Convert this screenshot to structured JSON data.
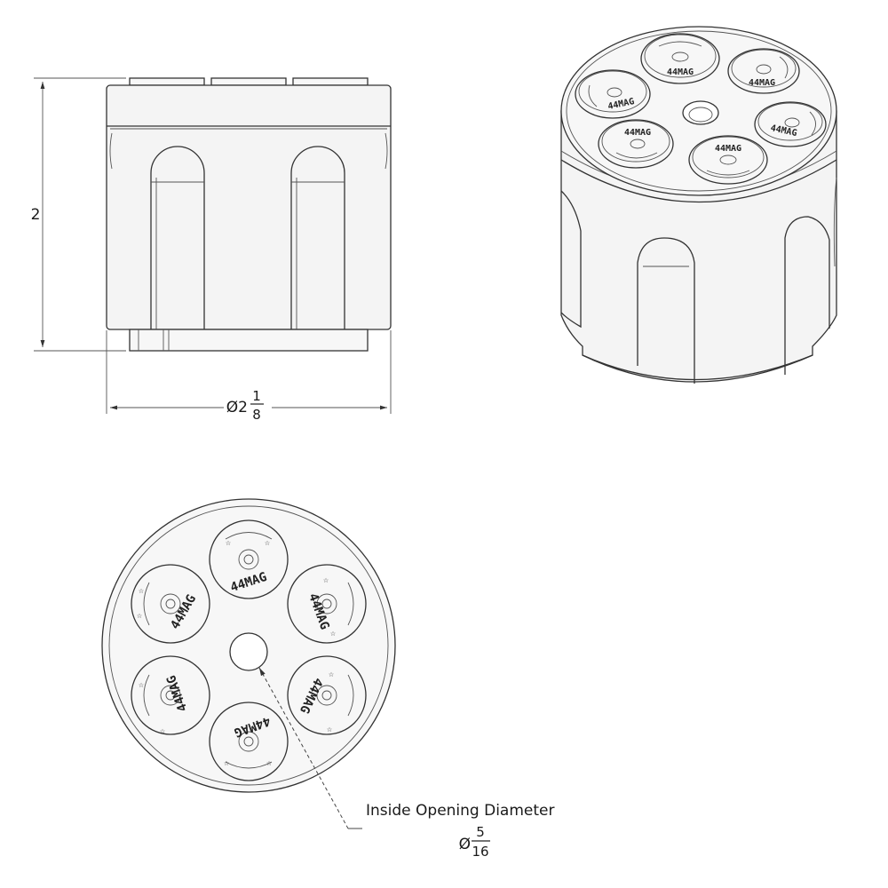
{
  "dimensions": {
    "height_label": "2",
    "diameter_prefix": "Ø2",
    "diameter_frac_num": "1",
    "diameter_frac_den": "8"
  },
  "callout": {
    "label": "Inside Opening Diameter",
    "diameter_prefix": "Ø",
    "frac_num": "5",
    "frac_den": "16"
  },
  "stamp": {
    "text": "44MAG"
  },
  "colors": {
    "line": "#333333",
    "fill": "#f4f4f4",
    "background": "#ffffff"
  }
}
